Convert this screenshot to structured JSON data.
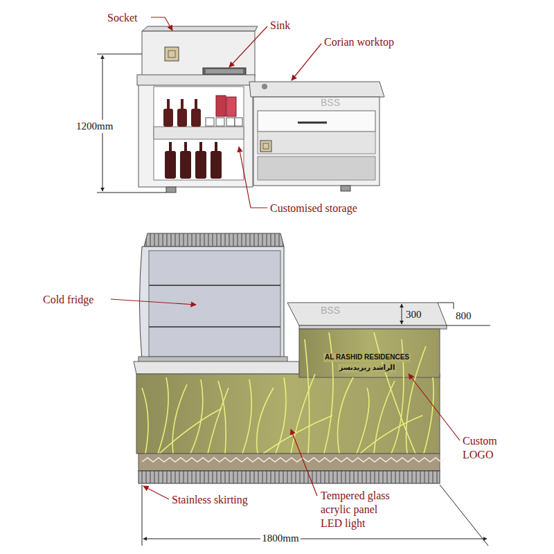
{
  "diagram": {
    "labels": [
      "Socket",
      "Sink",
      "Corian worktop",
      "1200mm",
      "BSS",
      "Customised storage",
      "Cold fridge",
      "BSS",
      "300",
      "800",
      "AL RASHID RESIDENCES",
      "الراشد ريزيدنسز",
      "Custom LOGO",
      "Stainless skirting",
      "Tempered glass acrylic panel LED light",
      "1800mm"
    ]
  }
}
